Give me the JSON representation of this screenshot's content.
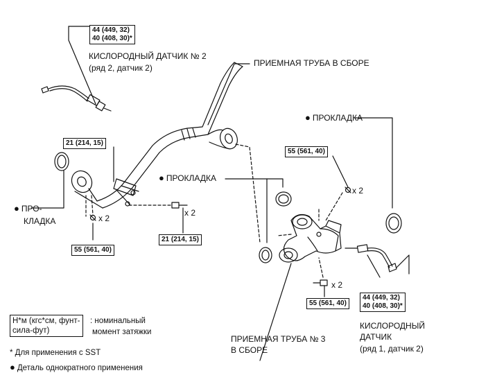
{
  "labels": {
    "o2_sensor_2_title": "КИСЛОРОДНЫЙ ДАТЧИК № 2",
    "o2_sensor_2_sub": "(ряд 2, датчик 2)",
    "front_pipe": "ПРИЕМНАЯ ТРУБА В СБОРЕ",
    "gasket_right": "ПРОКЛАДКА",
    "gasket_center": "ПРОКЛАДКА",
    "gasket_left_1": "ПРО-",
    "gasket_left_2": "КЛАДКА",
    "x2_a": "x 2",
    "x2_b": "x 2",
    "x2_c": "x 2",
    "x2_d": "x 2",
    "front_pipe_3_1": "ПРИЕМНАЯ ТРУБА № 3",
    "front_pipe_3_2": "В СБОРЕ",
    "o2_sensor_1_1": "КИСЛОРОДНЫЙ",
    "o2_sensor_1_2": "ДАТЧИК",
    "o2_sensor_1_3": "(ряд 1, датчик 2)"
  },
  "torque_boxes": {
    "top_left_1": "44 (449, 32)",
    "top_left_2": "40 (408, 30)*",
    "clamp_left": "21 (214, 15)",
    "nut_left": "55 (561, 40)",
    "bolt_center": "21 (214, 15)",
    "nut_right": "55 (561, 40)",
    "bolt_right": "55 (561, 40)",
    "sensor_right_1": "44 (449, 32)",
    "sensor_right_2": "40 (408, 30)*"
  },
  "legend": {
    "unit_box_1": "Н*м (кгс*см, фунт-",
    "unit_box_2": "сила-фут)",
    "unit_desc_1": ": номинальный",
    "unit_desc_2": "момент затяжки",
    "sst_note": "* Для применения с SST",
    "single_use": "Деталь однократного применения"
  },
  "colors": {
    "line": "#111111",
    "background": "#ffffff"
  }
}
